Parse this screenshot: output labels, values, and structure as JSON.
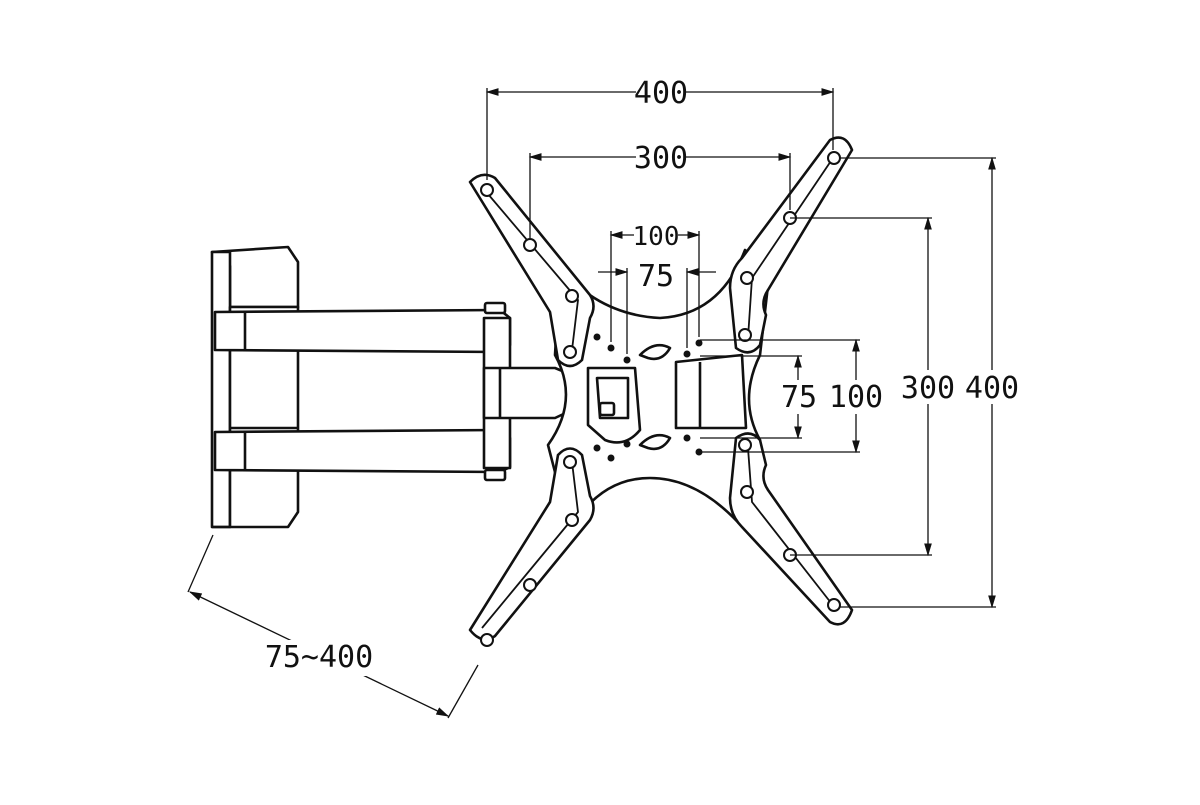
{
  "dimensions": {
    "top_outer": "400",
    "top_inner": "300",
    "center_upper": "100",
    "center_lower": "75",
    "vertical_75": "75",
    "vertical_100": "100",
    "vertical_300": "300",
    "vertical_400": "400",
    "arm_extension": "75~400"
  },
  "colors": {
    "line": "#111111",
    "background": "#ffffff"
  }
}
